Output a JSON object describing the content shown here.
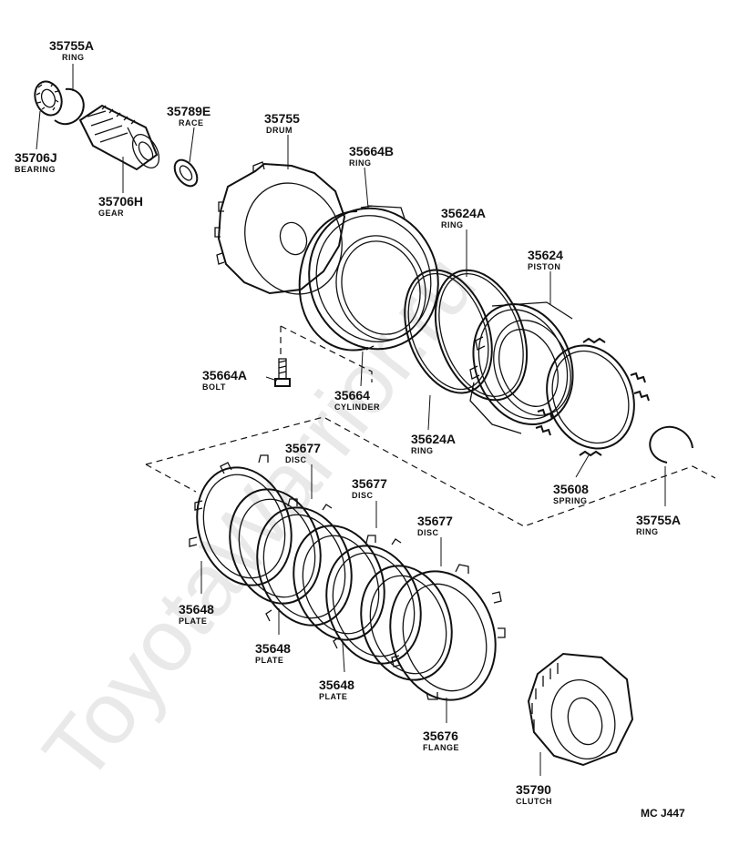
{
  "watermark": "ToyotaWarrior.ru",
  "diagram_code": "MC J447",
  "parts": {
    "ring_top": {
      "number": "35755A",
      "name": "RING"
    },
    "bearing": {
      "number": "35706J",
      "name": "BEARING"
    },
    "gear": {
      "number": "35706H",
      "name": "GEAR"
    },
    "race": {
      "number": "35789E",
      "name": "RACE"
    },
    "drum": {
      "number": "35755",
      "name": "DRUM"
    },
    "ring_b": {
      "number": "35664B",
      "name": "RING"
    },
    "ring_a_top": {
      "number": "35624A",
      "name": "RING"
    },
    "piston": {
      "number": "35624",
      "name": "PISTON"
    },
    "bolt": {
      "number": "35664A",
      "name": "BOLT"
    },
    "cylinder": {
      "number": "35664",
      "name": "CYLINDER"
    },
    "ring_a_bottom": {
      "number": "35624A",
      "name": "RING"
    },
    "spring": {
      "number": "35608",
      "name": "SPRING"
    },
    "ring_right": {
      "number": "35755A",
      "name": "RING"
    },
    "disc_1": {
      "number": "35677",
      "name": "DISC"
    },
    "disc_2": {
      "number": "35677",
      "name": "DISC"
    },
    "disc_3": {
      "number": "35677",
      "name": "DISC"
    },
    "plate_1": {
      "number": "35648",
      "name": "PLATE"
    },
    "plate_2": {
      "number": "35648",
      "name": "PLATE"
    },
    "plate_3": {
      "number": "35648",
      "name": "PLATE"
    },
    "flange": {
      "number": "35676",
      "name": "FLANGE"
    },
    "clutch": {
      "number": "35790",
      "name": "CLUTCH"
    }
  }
}
